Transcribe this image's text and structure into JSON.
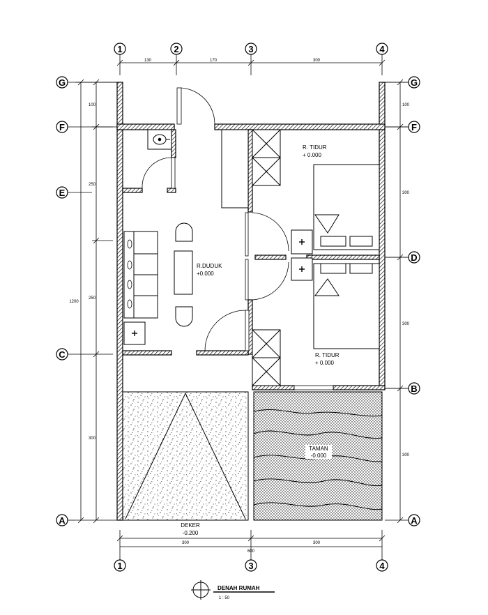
{
  "grid": {
    "top": [
      "1",
      "2",
      "3",
      "4"
    ],
    "bottom": [
      "1",
      "3",
      "4"
    ],
    "left": [
      "G",
      "F",
      "E",
      "C",
      "A"
    ],
    "right": [
      "G",
      "F",
      "D",
      "B",
      "A"
    ]
  },
  "dimensions": {
    "top": [
      "130",
      "170",
      "300"
    ],
    "bottom": [
      "300",
      "300"
    ],
    "bottom_total": "600",
    "left_outer_total": "1200",
    "left_inner": [
      "100",
      "250",
      "250",
      "300"
    ],
    "right": [
      "100",
      "300",
      "300",
      "300"
    ]
  },
  "rooms": {
    "bedroom_1": {
      "name": "R. TIDUR",
      "level": "+ 0.000"
    },
    "bedroom_2": {
      "name": "R. TIDUR",
      "level": "+ 0.000"
    },
    "living": {
      "name": "R.DUDUK",
      "level": "+0.000"
    },
    "carport": {
      "name": "DEKER",
      "level": "-0.200"
    },
    "garden": {
      "name": "TAMAN",
      "level": "-0.000"
    }
  },
  "title": {
    "name": "DENAH RUMAH",
    "scale": "1 : 50"
  }
}
